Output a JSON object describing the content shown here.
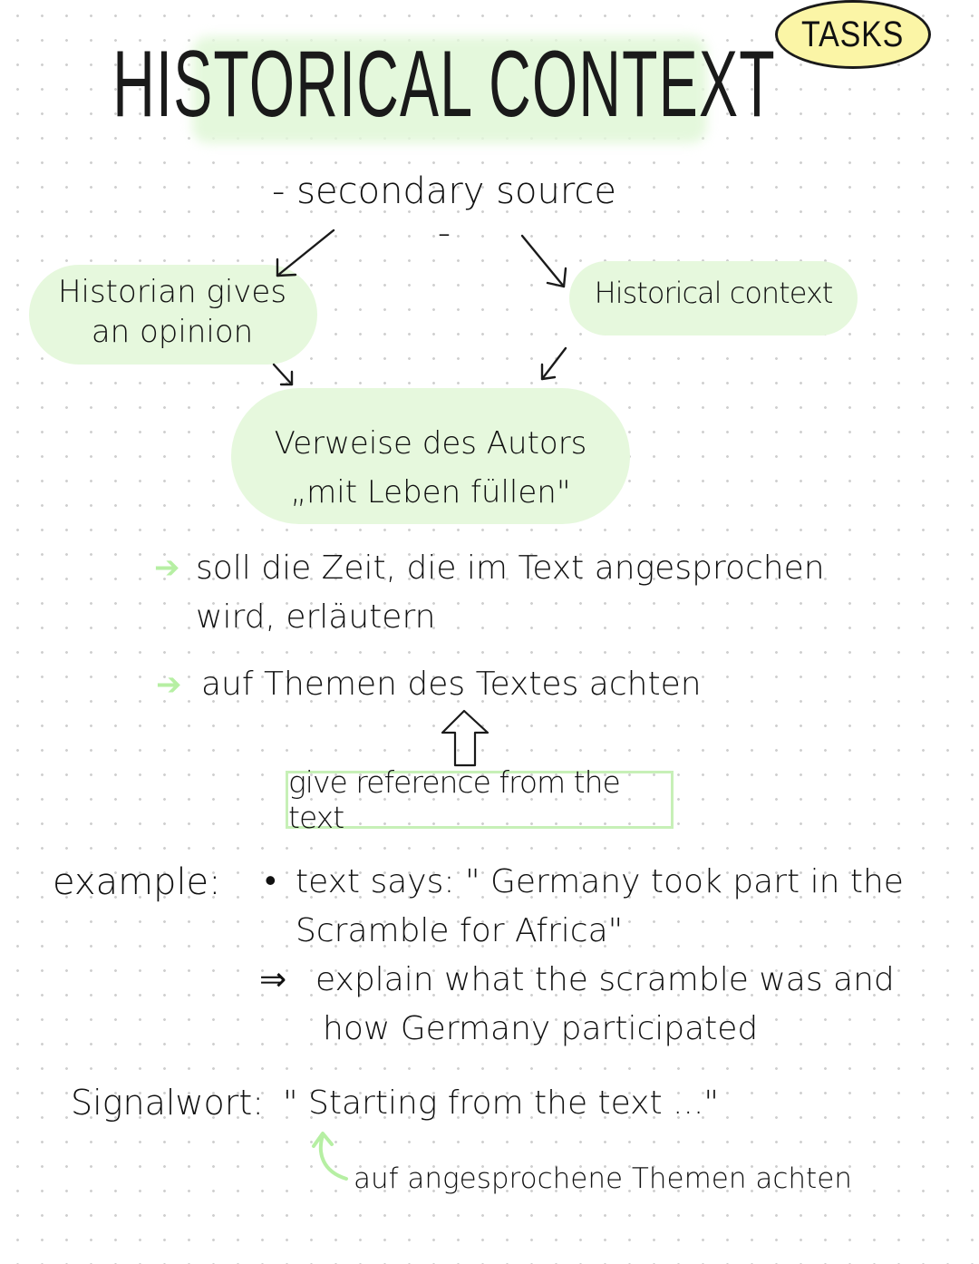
{
  "title": "HISTORICAL CONTEXT",
  "badge": "TASKS",
  "source_type": "- secondary source -",
  "bubbles": {
    "historian_line1": "Historian gives",
    "historian_line2": "an opinion",
    "context": "Historical context",
    "verweise_line1": "Verweise des Autors",
    "verweise_line2": "„mit Leben füllen\""
  },
  "notes": {
    "point1_line1": "soll die Zeit, die im Text angesprochen",
    "point1_line2": "wird, erläutern",
    "point2": "auf Themen des Textes achten",
    "reference_box": "give reference from the text"
  },
  "example": {
    "label": "example:",
    "bullet": "•",
    "quote_line1": "text says: \" Germany took part in the",
    "quote_line2": "Scramble for Africa\"",
    "implies": "⇒",
    "explain_line1": "explain what the scramble was and",
    "explain_line2": "how Germany participated"
  },
  "signalwort": {
    "label": "Signalwort:",
    "phrase": "\" Starting from the text ...\"",
    "note": "auf angesprochene Themen achten"
  },
  "colors": {
    "highlight_green": "#e6f8dd",
    "arrow_green": "#b6efa3",
    "badge_yellow": "#fbf5a6",
    "ink": "#111111"
  }
}
